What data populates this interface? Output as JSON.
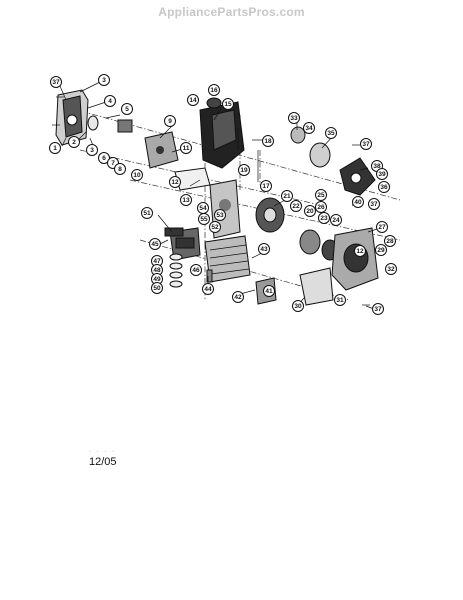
{
  "header": {
    "watermark": "AppliancePartsPros.com"
  },
  "footer": {
    "date_code": "12/05",
    "dots": "· · · ·"
  },
  "callouts": [
    "37",
    "3",
    "4",
    "5",
    "1",
    "2",
    "3",
    "6",
    "7",
    "8",
    "9",
    "10",
    "11",
    "12",
    "13",
    "14",
    "15",
    "16",
    "18",
    "17",
    "19",
    "33",
    "34",
    "35",
    "37",
    "38",
    "39",
    "36",
    "40",
    "37",
    "21",
    "22",
    "20",
    "26",
    "25",
    "23",
    "24",
    "27",
    "28",
    "29",
    "32",
    "12",
    "31",
    "37",
    "51",
    "52",
    "53",
    "54",
    "55",
    "45",
    "47",
    "48",
    "49",
    "50",
    "46",
    "44",
    "42",
    "41",
    "43",
    "30"
  ]
}
